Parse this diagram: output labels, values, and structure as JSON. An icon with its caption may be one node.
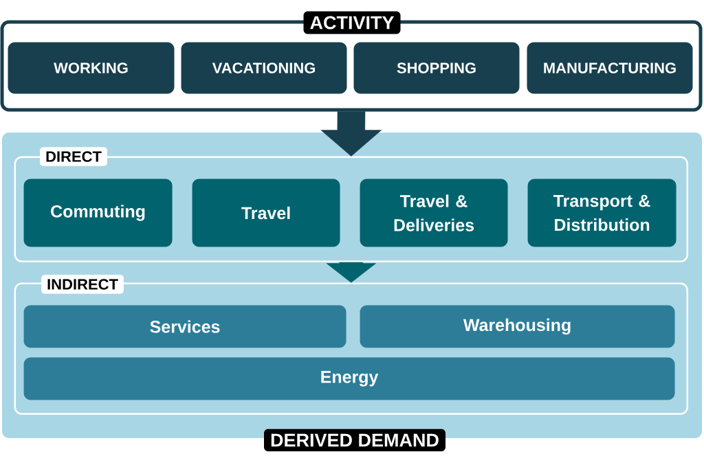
{
  "diagram": {
    "nodes": [
      {
        "text": [
          "ACTIVITY"
        ]
      },
      {
        "text": [
          "WORKING"
        ],
        "in": 0
      },
      {
        "text": [
          "VACATIONING"
        ],
        "in": 0
      },
      {
        "text": [
          "SHOPPING"
        ],
        "in": 0
      },
      {
        "text": [
          "MANUFACTURING"
        ],
        "in": 0
      },
      {
        "text": [
          "DERIVED DEMAND"
        ]
      },
      {
        "text": [
          "DIRECT"
        ],
        "in": 5
      },
      {
        "text": [
          "Commuting"
        ],
        "in": 6
      },
      {
        "text": [
          "Travel"
        ],
        "in": 6
      },
      {
        "text": [
          "Travel & Deliveries"
        ],
        "in": 6
      },
      {
        "text": [
          "Transport & Distribution"
        ],
        "in": 6
      },
      {
        "text": [
          "INDIRECT"
        ],
        "in": 5
      },
      {
        "text": [
          "Services"
        ],
        "in": 11
      },
      {
        "text": [
          "Warehousing"
        ],
        "in": 11
      },
      {
        "text": [
          "Energy"
        ],
        "in": 11
      }
    ],
    "edges": [
      {
        "from": 0,
        "to": 6,
        "arrow": "to",
        "style": "thick",
        "color": "#183f4d"
      },
      {
        "from": 6,
        "to": 11,
        "arrow": "to",
        "style": "thick",
        "color": "#00636e"
      }
    ]
  }
}
